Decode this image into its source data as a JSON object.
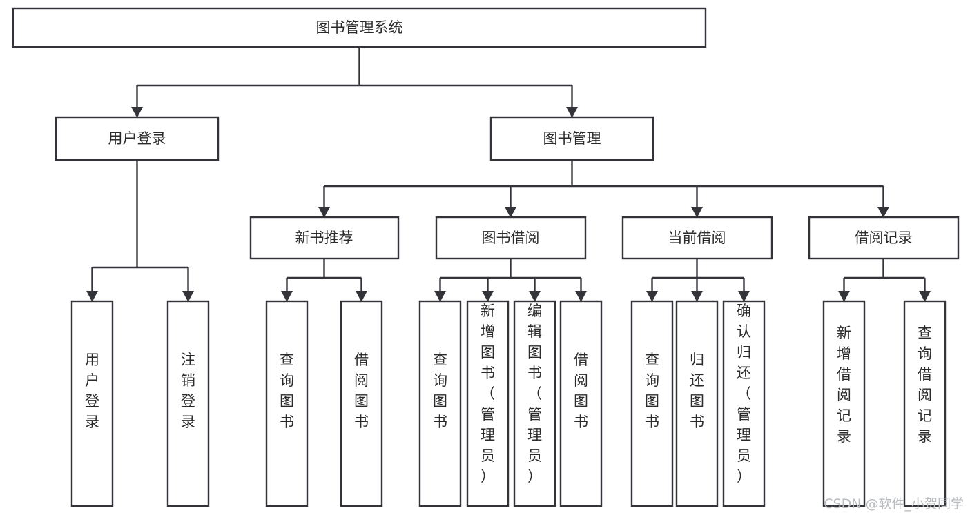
{
  "diagram": {
    "title": "图书管理系统",
    "type": "tree",
    "orientation": "top-down",
    "colors": {
      "box_fill": "#ffffff",
      "box_stroke": "#33333a",
      "text": "#2b2b2b",
      "background": "#ffffff",
      "watermark": "#b9bcc0"
    },
    "root": {
      "id": "root",
      "label": "图书管理系统"
    },
    "level1": [
      {
        "id": "user-login",
        "label": "用户登录"
      },
      {
        "id": "book-management",
        "label": "图书管理"
      }
    ],
    "level2": [
      {
        "id": "new-book-recommend",
        "label": "新书推荐",
        "parent": "book-management"
      },
      {
        "id": "book-borrow",
        "label": "图书借阅",
        "parent": "book-management"
      },
      {
        "id": "current-borrow",
        "label": "当前借阅",
        "parent": "book-management"
      },
      {
        "id": "borrow-record",
        "label": "借阅记录",
        "parent": "book-management"
      }
    ],
    "leaves": [
      {
        "id": "leaf-user-login",
        "label": "用户登录",
        "parent": "user-login"
      },
      {
        "id": "leaf-logout-login",
        "label": "注销登录",
        "parent": "user-login"
      },
      {
        "id": "leaf-query-book-1",
        "label": "查询图书",
        "parent": "new-book-recommend"
      },
      {
        "id": "leaf-borrow-book-1",
        "label": "借阅图书",
        "parent": "new-book-recommend"
      },
      {
        "id": "leaf-query-book-2",
        "label": "查询图书",
        "parent": "book-borrow"
      },
      {
        "id": "leaf-add-book",
        "label": "新增图书（管理员）",
        "parent": "book-borrow"
      },
      {
        "id": "leaf-edit-book",
        "label": "编辑图书（管理员）",
        "parent": "book-borrow"
      },
      {
        "id": "leaf-borrow-book-2",
        "label": "借阅图书",
        "parent": "book-borrow"
      },
      {
        "id": "leaf-query-book-3",
        "label": "查询图书",
        "parent": "current-borrow"
      },
      {
        "id": "leaf-return-book",
        "label": "归还图书",
        "parent": "current-borrow"
      },
      {
        "id": "leaf-confirm-return",
        "label": "确认归还（管理员）",
        "parent": "current-borrow"
      },
      {
        "id": "leaf-add-record",
        "label": "新增借阅记录",
        "parent": "borrow-record"
      },
      {
        "id": "leaf-query-record",
        "label": "查询借阅记录",
        "parent": "borrow-record"
      }
    ]
  },
  "watermark": {
    "text": "CSDN @软件_小贺同学"
  }
}
